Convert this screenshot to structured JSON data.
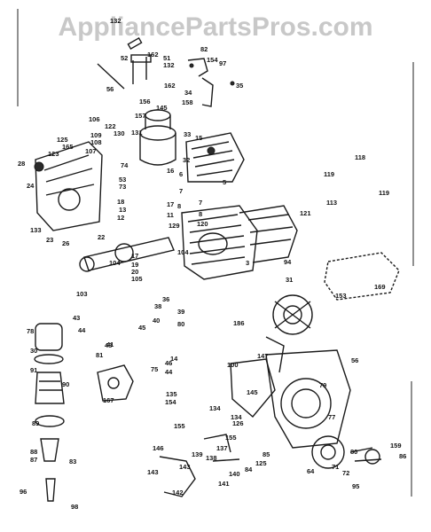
{
  "watermark": "AppliancePartsPros.com",
  "colors": {
    "ink": "#1a1a1a",
    "watermark": "#c8c8c8",
    "background": "#ffffff"
  },
  "labels": [
    "132",
    "51",
    "52",
    "132",
    "162",
    "56",
    "82",
    "154",
    "97",
    "162",
    "156",
    "145",
    "158",
    "34",
    "35",
    "157",
    "131",
    "15",
    "33",
    "106",
    "122",
    "109",
    "108",
    "107",
    "125",
    "165",
    "123",
    "28",
    "24",
    "130",
    "74",
    "53",
    "73",
    "32",
    "16",
    "6",
    "5",
    "7",
    "7",
    "8",
    "8",
    "118",
    "119",
    "119",
    "133",
    "23",
    "26",
    "18",
    "13",
    "12",
    "17",
    "11",
    "22",
    "129",
    "120",
    "113",
    "121",
    "104",
    "17",
    "19",
    "20",
    "105",
    "104",
    "103",
    "3",
    "94",
    "31",
    "169",
    "153",
    "43",
    "44",
    "36",
    "38",
    "39",
    "40",
    "45",
    "80",
    "186",
    "78",
    "30",
    "91",
    "90",
    "81",
    "41",
    "48",
    "75",
    "46",
    "167",
    "100",
    "147",
    "56",
    "14",
    "44",
    "79",
    "145",
    "89",
    "88",
    "87",
    "83",
    "96",
    "98",
    "155",
    "135",
    "154",
    "134",
    "134",
    "126",
    "155",
    "146",
    "139",
    "143",
    "143",
    "138",
    "140",
    "141",
    "142",
    "137",
    "125",
    "84",
    "85",
    "77",
    "64",
    "71",
    "72",
    "80",
    "159",
    "86",
    "95"
  ]
}
